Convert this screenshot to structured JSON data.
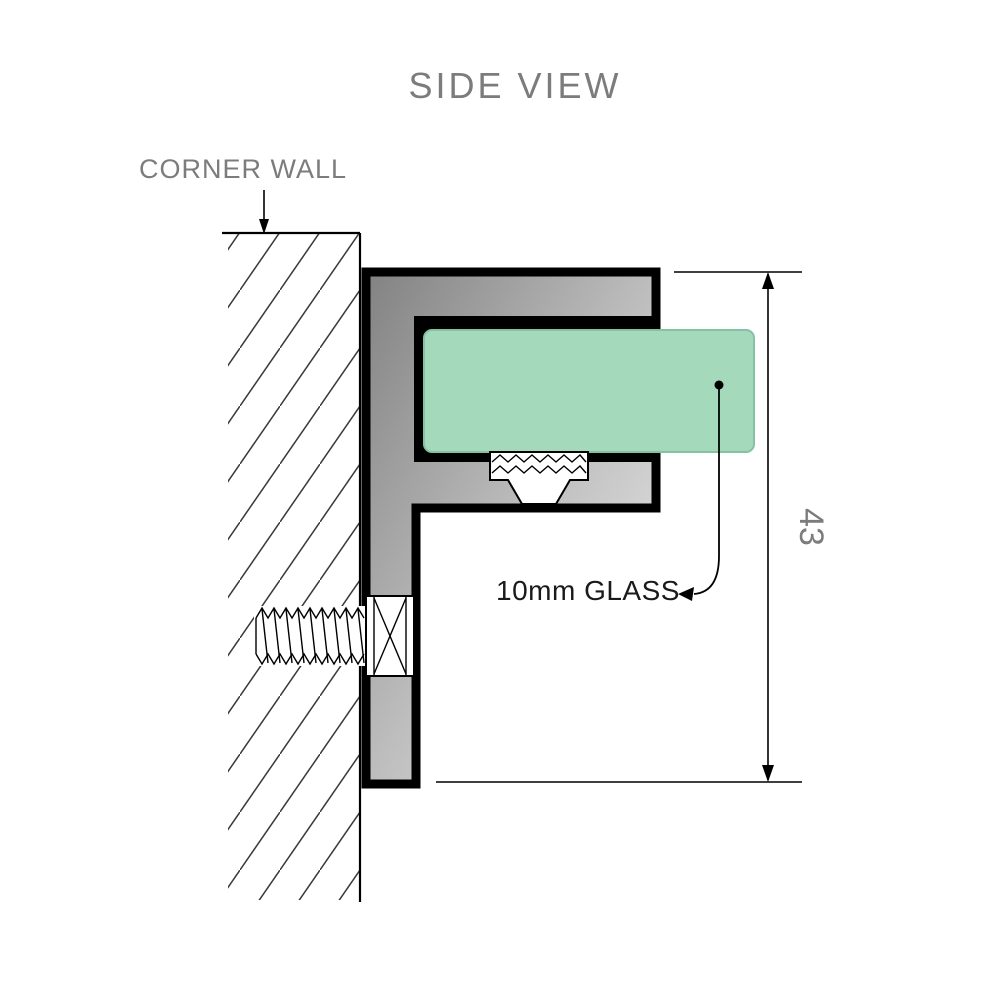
{
  "figure": {
    "title": "SIDE VIEW",
    "wall_label": "CORNER WALL",
    "glass_label": "10mm GLASS",
    "dimension_value": "43"
  },
  "colors": {
    "background": "#ffffff",
    "glass_fill": "#a4d9bc",
    "glass_edge": "#86c2a2",
    "label_gray": "#7c7c7c",
    "glass_label_color": "#1a1a1a",
    "line_black": "#000000",
    "bracket_dark": "#828282",
    "bracket_mid": "#bdbdbd",
    "bracket_light": "#eeeeee"
  }
}
